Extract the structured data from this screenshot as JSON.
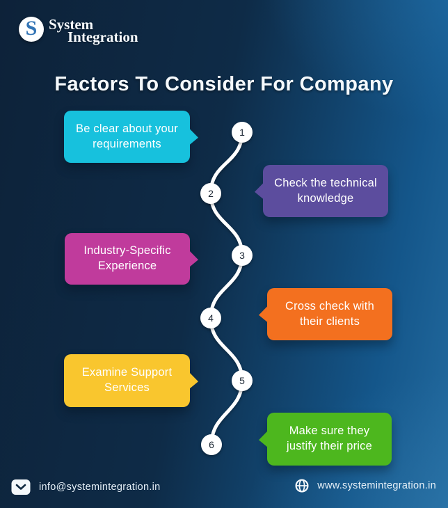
{
  "logo": {
    "monogram": "S",
    "name_line1": "System",
    "name_line2": "Integration"
  },
  "title": "Factors To Consider For Company",
  "steps": [
    {
      "num": "1",
      "label": "Be clear about your\nrequirements",
      "color": "#17c1dd",
      "side": "left"
    },
    {
      "num": "2",
      "label": "Check the technical\nknowledge",
      "color": "#5c4d9e",
      "side": "right"
    },
    {
      "num": "3",
      "label": "Industry-Specific\nExperience",
      "color": "#c03b9c",
      "side": "left"
    },
    {
      "num": "4",
      "label": "Cross check with\ntheir clients",
      "color": "#f3701f",
      "side": "right"
    },
    {
      "num": "5",
      "label": "Examine Support\nServices",
      "color": "#f9c62e",
      "side": "left"
    },
    {
      "num": "6",
      "label": "Make sure they\njustify their price",
      "color": "#4db71e",
      "side": "right"
    }
  ],
  "footer": {
    "email": "info@systemintegration.in",
    "website": "www.systemintegration.in"
  },
  "colors": {
    "background_dark": "#0d2239",
    "background_mid": "#0e2b47",
    "background_light": "#236ba0",
    "timeline_line": "#ffffff",
    "node_fill": "#ffffff",
    "node_text": "#1c2734",
    "logo_blue": "#3374b5"
  }
}
